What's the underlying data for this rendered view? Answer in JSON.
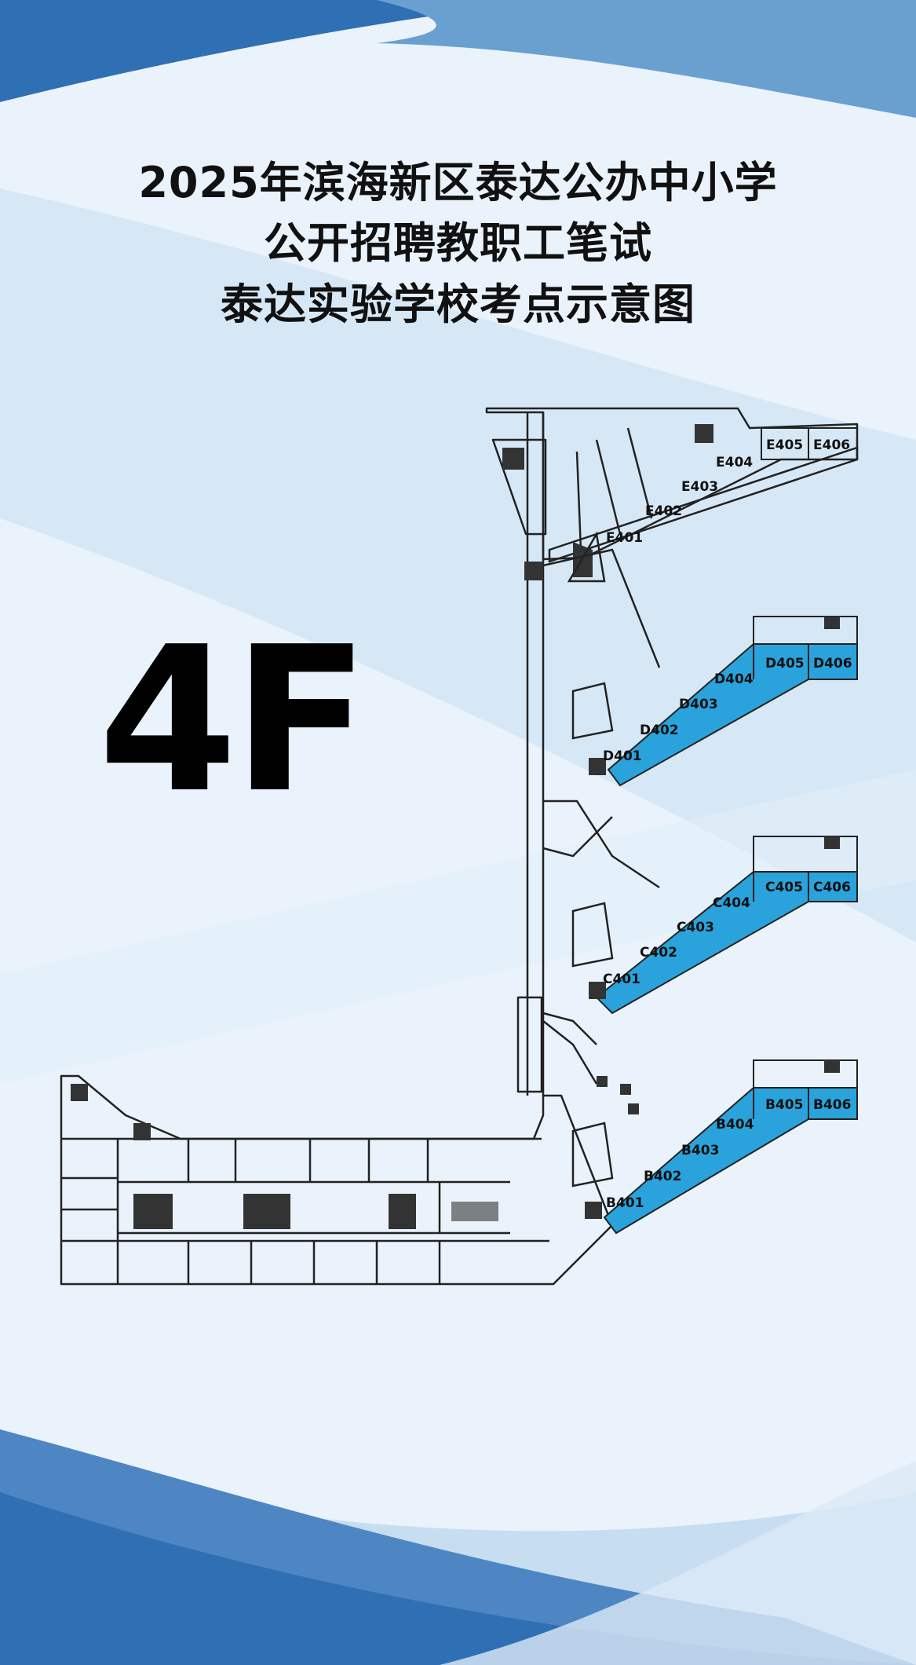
{
  "title": {
    "line1": "2025年滨海新区泰达公办中小学",
    "line2": "公开招聘教职工笔试",
    "line3": "泰达实验学校考点示意图"
  },
  "floor_label": "4F",
  "colors": {
    "background": "#eaf3fb",
    "band_dark": "#2f6fb3",
    "band_mid": "#6aa0d0",
    "band_light": "#cfe3f3",
    "exam_room": "#2aa3dc",
    "wall": "#222222"
  },
  "wings": [
    {
      "name": "E",
      "highlighted": false,
      "rooms": [
        "E401",
        "E402",
        "E403",
        "E404",
        "E405",
        "E406"
      ]
    },
    {
      "name": "D",
      "highlighted": true,
      "rooms": [
        "D401",
        "D402",
        "D403",
        "D404",
        "D405",
        "D406"
      ]
    },
    {
      "name": "C",
      "highlighted": true,
      "rooms": [
        "C401",
        "C402",
        "C403",
        "C404",
        "C405",
        "C406"
      ]
    },
    {
      "name": "B",
      "highlighted": true,
      "rooms": [
        "B401",
        "B402",
        "B403",
        "B404",
        "B405",
        "B406"
      ]
    }
  ]
}
